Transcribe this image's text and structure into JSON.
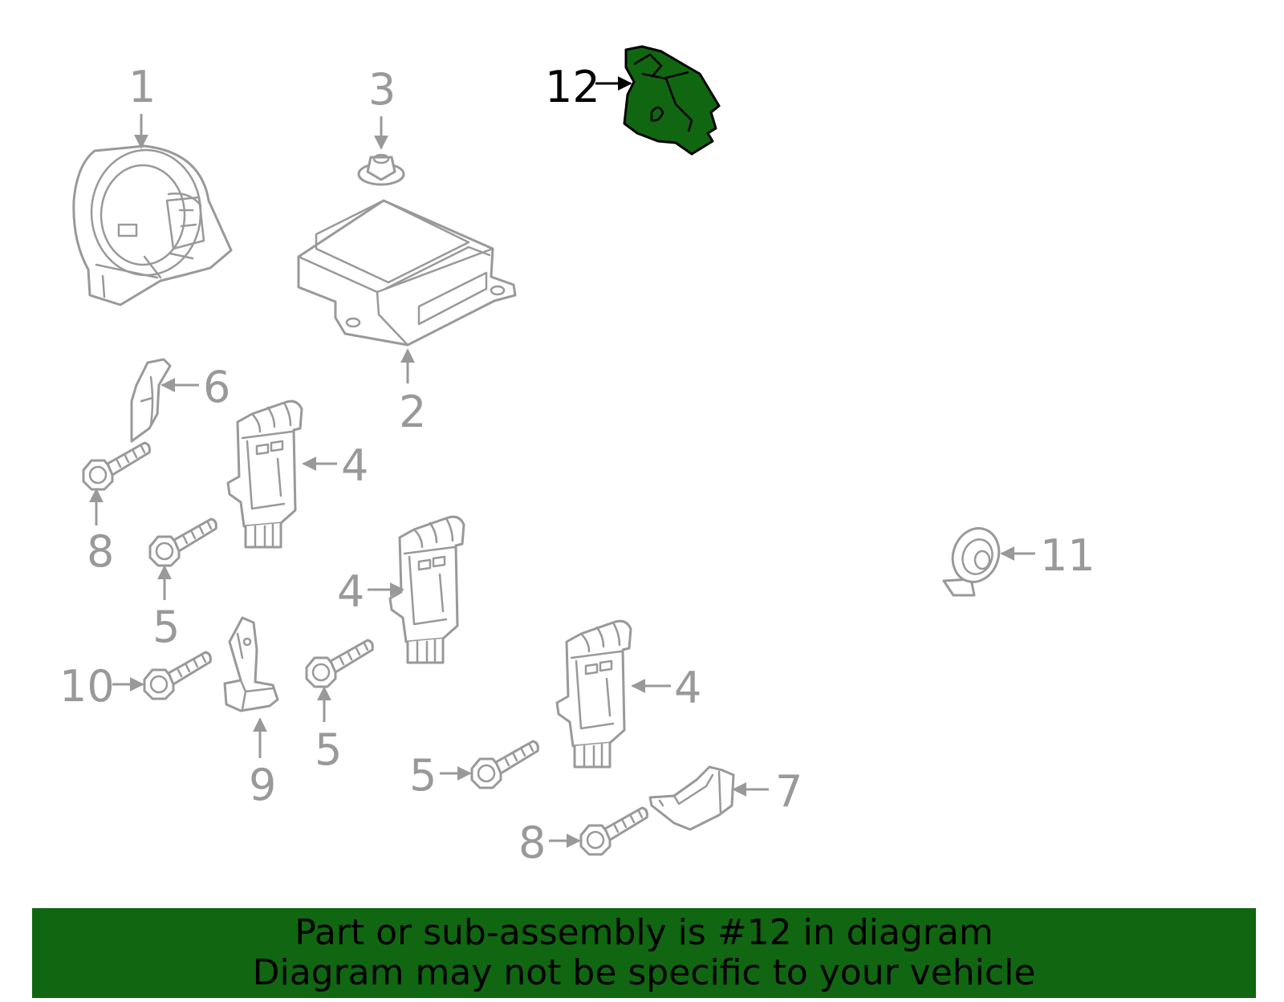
{
  "callouts": {
    "c1": "1",
    "c2": "2",
    "c3": "3",
    "c4a": "4",
    "c4b": "4",
    "c4c": "4",
    "c5a": "5",
    "c5b": "5",
    "c5c": "5",
    "c6": "6",
    "c7": "7",
    "c8a": "8",
    "c8b": "8",
    "c9": "9",
    "c10": "10",
    "c11": "11",
    "c12": "12"
  },
  "banner": {
    "line1": "Part or sub-assembly is #12 in diagram",
    "line2": "Diagram may not be specific to your vehicle"
  },
  "colors": {
    "highlight_part": "#116611",
    "banner_background": "#116611",
    "line_art": "#999999",
    "highlight_label": "#000000"
  }
}
